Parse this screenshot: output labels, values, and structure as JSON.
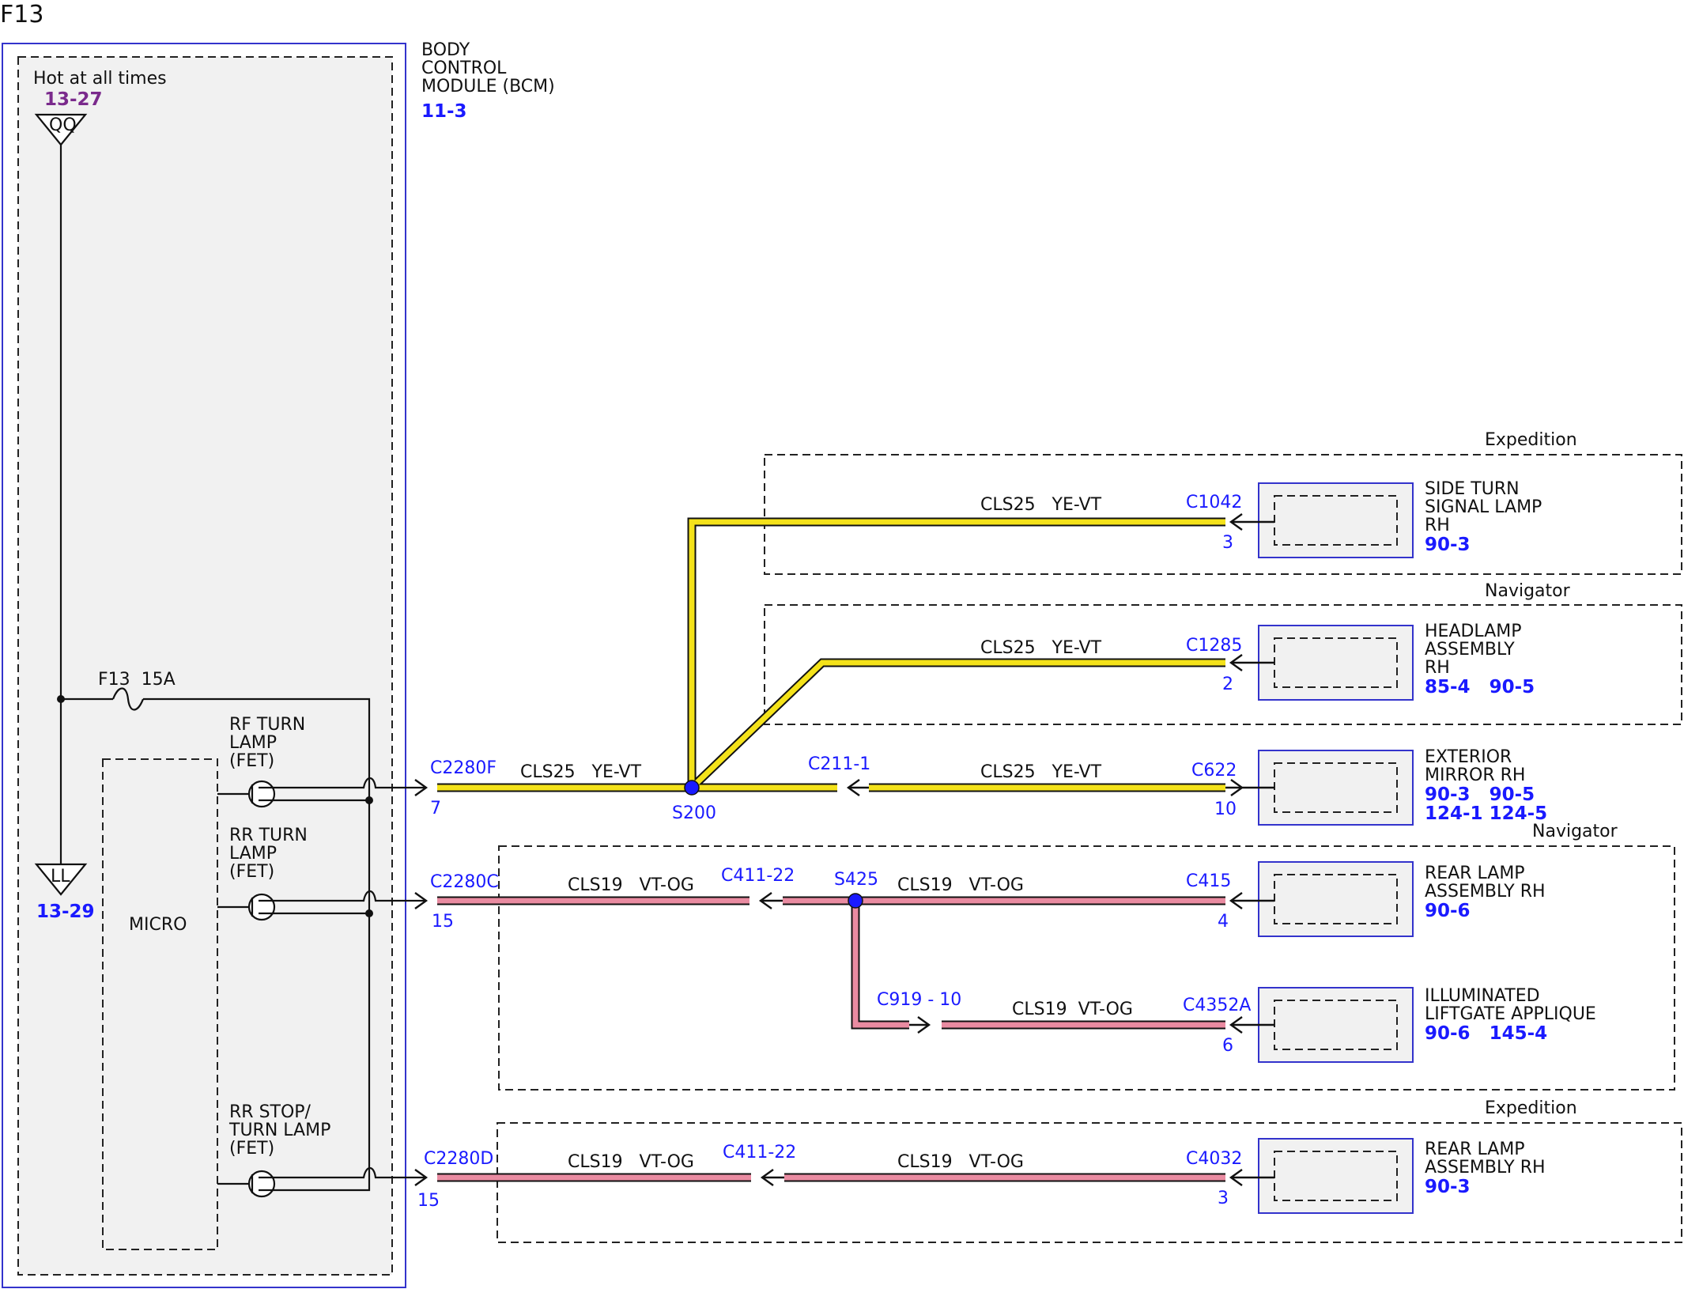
{
  "colors": {
    "accent_blue": "#1a1aff",
    "ref_purple": "#7a2a8c",
    "wire_yellow": "#f4e21a",
    "wire_pink": "#e98ba1",
    "panel_gray": "#f1f1f1"
  },
  "page_label": "F13",
  "bcm": {
    "title_lines": [
      "BODY",
      "CONTROL",
      "MODULE (BCM)"
    ],
    "ref": "11-3",
    "hot_label": "Hot at all times",
    "hot_ref": "13-27",
    "source_symbol": "QQ",
    "ground_symbol": "LL",
    "ground_ref": "13-29",
    "fuse_label": "F13  15A",
    "micro_label": "MICRO",
    "outputs": [
      {
        "label_lines": [
          "RF TURN",
          "LAMP",
          "(FET)"
        ]
      },
      {
        "label_lines": [
          "RR TURN",
          "LAMP",
          "(FET)"
        ]
      },
      {
        "label_lines": [
          "RR STOP/",
          "TURN LAMP",
          "(FET)"
        ]
      }
    ]
  },
  "options": {
    "expedition_1": "Expedition",
    "navigator_1": "Navigator",
    "navigator_2": "Navigator",
    "expedition_2": "Expedition"
  },
  "connectors": {
    "c2280f": "C2280F",
    "c2280f_pin": "7",
    "c2280c": "C2280C",
    "c2280c_pin": "15",
    "c2280d": "C2280D",
    "c2280d_pin": "15",
    "c211": "C211-1",
    "c411_a": "C411-22",
    "c411_b": "C411-22",
    "c919": "C919 - 10",
    "c1042": "C1042",
    "c1042_pin": "3",
    "c1285": "C1285",
    "c1285_pin": "2",
    "c622": "C622",
    "c622_pin": "10",
    "c415": "C415",
    "c415_pin": "4",
    "c4352a": "C4352A",
    "c4352a_pin": "6",
    "c4032": "C4032",
    "c4032_pin": "3"
  },
  "splices": {
    "s200": "S200",
    "s425": "S425"
  },
  "wires": {
    "w1": "CLS25   YE-VT",
    "w2": "CLS25   YE-VT",
    "w3": "CLS25   YE-VT",
    "w4": "CLS25   YE-VT",
    "w5": "CLS19   VT-OG",
    "w6": "CLS19   VT-OG",
    "w7": "CLS19  VT-OG",
    "w8": "CLS19   VT-OG",
    "w9": "CLS19   VT-OG"
  },
  "components": {
    "side_turn": {
      "lines": [
        "SIDE TURN",
        "SIGNAL LAMP",
        "RH"
      ],
      "refs": "90-3"
    },
    "headlamp": {
      "lines": [
        "HEADLAMP",
        "ASSEMBLY",
        "RH"
      ],
      "refs": "85-4   90-5"
    },
    "mirror": {
      "lines": [
        "EXTERIOR",
        "MIRROR RH"
      ],
      "refs": [
        "90-3   90-5",
        "124-1 124-5"
      ]
    },
    "rear_lamp_nav": {
      "lines": [
        "REAR LAMP",
        "ASSEMBLY RH"
      ],
      "refs": "90-6"
    },
    "liftgate": {
      "lines": [
        "ILLUMINATED",
        "LIFTGATE APPLIQUE"
      ],
      "refs": "90-6   145-4"
    },
    "rear_lamp_exp": {
      "lines": [
        "REAR LAMP",
        "ASSEMBLY RH"
      ],
      "refs": "90-3"
    }
  }
}
